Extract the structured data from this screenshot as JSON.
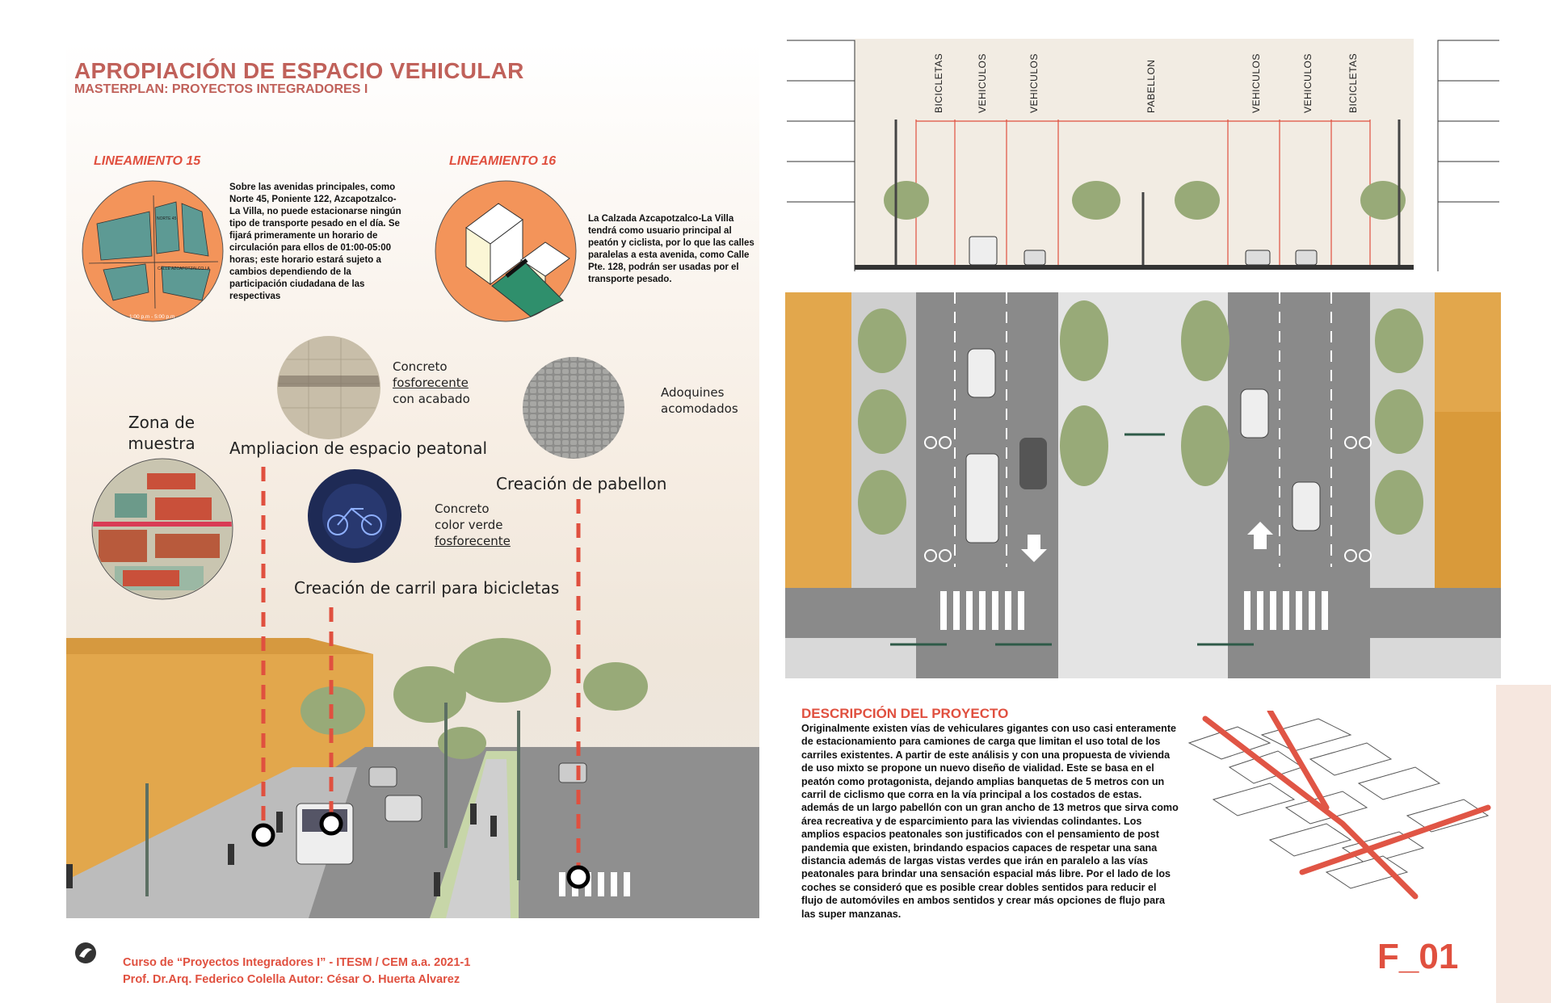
{
  "header": {
    "title": "APROPIACIÓN DE ESPACIO VEHICULAR",
    "subtitle": "MASTERPLAN: PROYECTOS INTEGRADORES I"
  },
  "lineamientos": [
    {
      "label": "LINEAMIENTO 15",
      "text": "Sobre las avenidas principales, como Norte 45, Poniente 122, Azcapotzalco-La Villa, no puede estacionarse ningún tipo de transporte pesado en el día. Se fijará primeramente un horario de circulación para ellos de 01:00-05:00 horas; este horario estará sujeto a cambios dependiendo de la participación ciudadana de las respectivas",
      "map_street": "CALLE AZCAPOTZALCO LA",
      "map_street2": "NORTE 45",
      "map_hours": "1:00 p.m - 5:00 p.m"
    },
    {
      "label": "LINEAMIENTO 16",
      "text": "La Calzada Azcapotzalco-La Villa tendrá como usuario principal al peatón y ciclista, por lo que las calles paralelas a esta avenida, como Calle Pte. 128, podrán ser usadas por el transporte pesado."
    }
  ],
  "labels": {
    "zona_muestra": "Zona de muestra",
    "peatonal": "Ampliacion de espacio peatonal",
    "pabellon": "Creación de pabellon",
    "carril": "Creación de carril para bicicletas",
    "concreto1_a": "Concreto",
    "concreto1_b": "fosforecente",
    "concreto1_c": "con acabado",
    "adoquines_a": "Adoquines",
    "adoquines_b": "acomodados",
    "concreto2_a": "Concreto",
    "concreto2_b": "color verde",
    "concreto2_c": "fosforecente"
  },
  "section": {
    "lanes": [
      "BICICLETAS",
      "VEHICULOS",
      "VEHICULOS",
      "PABELLON",
      "VEHICULOS",
      "VEHICULOS",
      "BICICLETAS"
    ]
  },
  "description": {
    "heading": "DESCRIPCIÓN DEL PROYECTO",
    "body": "Originalmente existen vías de vehiculares gigantes con uso casi enteramente de estacionamiento para camiones de carga que limitan el uso total de los carriles existentes. A partir de este análisis y con una propuesta de vivienda de uso mixto se propone un nuevo diseño de vialidad. Este se basa en el peatón como protagonista, dejando amplias banquetas de 5 metros con un carril de ciclismo que corra en la vía principal a los costados de estas. además de un largo pabellón con un gran ancho de 13 metros que sirva como área recreativa y de esparcimiento para las viviendas colindantes. Los amplios espacios peatonales son justificados con el pensamiento de post pandemia que existen, brindando espacios capaces de respetar una sana distancia además de largas vistas verdes que irán en paralelo a las vías peatonales para brindar una sensación espacial más libre. Por el lado de los coches se consideró que es posible crear dobles sentidos para reducir el flujo de automóviles en ambos sentidos y crear más opciones de flujo para las super manzanas."
  },
  "footer": {
    "line1": "Curso de “Proyectos Integradores I” - ITESM / CEM a.a. 2021-1",
    "line2": "Prof. Dr.Arq. Federico Colella  Autor:  César O. Huerta Alvarez",
    "sheet": "F_01"
  },
  "colors": {
    "accent": "#e0503f",
    "title": "#c0615a",
    "orange_circle": "#f3945a",
    "building": "#e2a74c",
    "tree": "#98aa78",
    "road": "#8f8f8f"
  }
}
